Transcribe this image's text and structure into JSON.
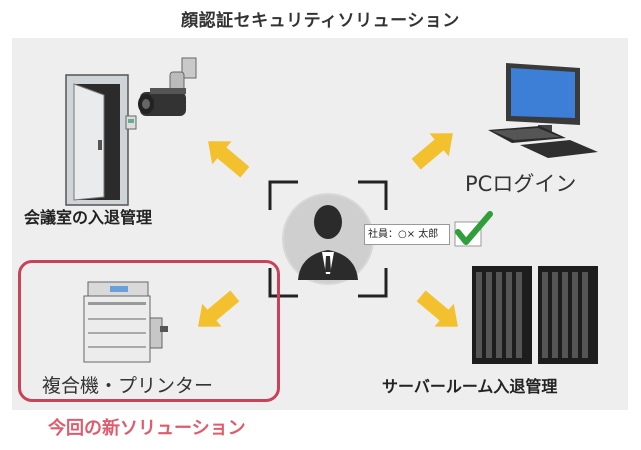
{
  "title": "顔認証セキュリティソリューション",
  "nodes": {
    "meeting_room": "会議室の入退管理",
    "pc_login": "PCログイン",
    "printer": "複合機・プリンター",
    "server_room": "サーバールーム入退管理"
  },
  "center": {
    "badge_text": "社員：○× 太郎",
    "check_icon": "checkmark-icon"
  },
  "highlight_caption": "今回の新ソリューション",
  "colors": {
    "arrow": "#f3c02e",
    "highlight_border": "#c8435a",
    "highlight_text": "#e05c6d",
    "check_green": "#2f9e3b",
    "panel_bg": "#eeeeee"
  }
}
